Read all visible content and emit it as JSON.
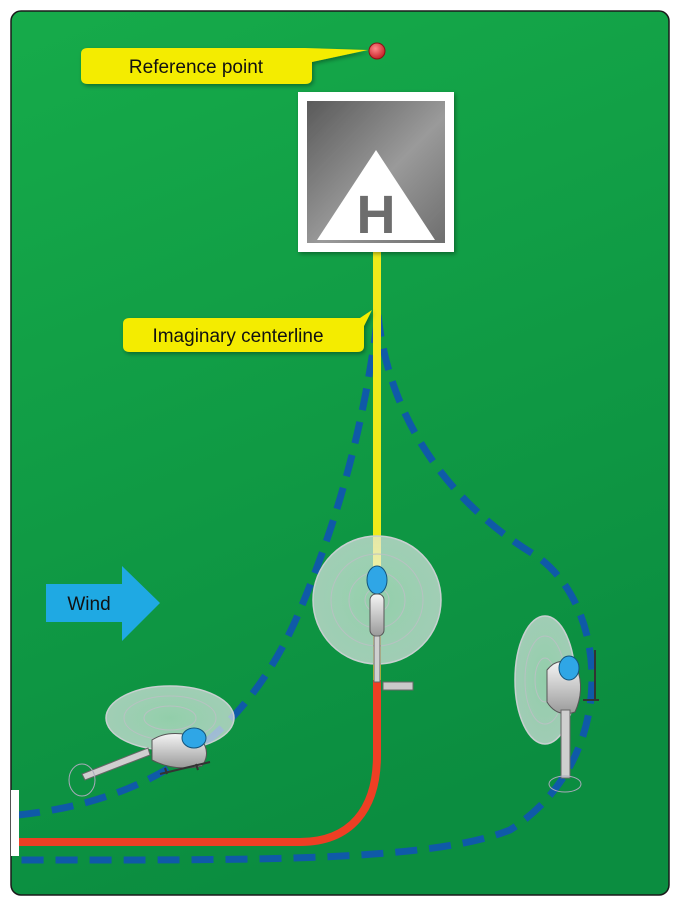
{
  "labels": {
    "reference_point": "Reference point",
    "imaginary_centerline": "Imaginary centerline",
    "wind": "Wind"
  },
  "helipad": {
    "symbol": "H"
  },
  "colors": {
    "field": "#109a45",
    "callout": "#f4ec00",
    "reference_dot": "#e3232b",
    "centerline": "#f0ea1a",
    "ground_track": "#ee3f24",
    "alt_paths": "#0f5aa8",
    "wind_arrow": "#1fa9e3"
  },
  "icons": [
    "helicopter-icon",
    "wind-arrow-icon",
    "helipad-icon"
  ]
}
